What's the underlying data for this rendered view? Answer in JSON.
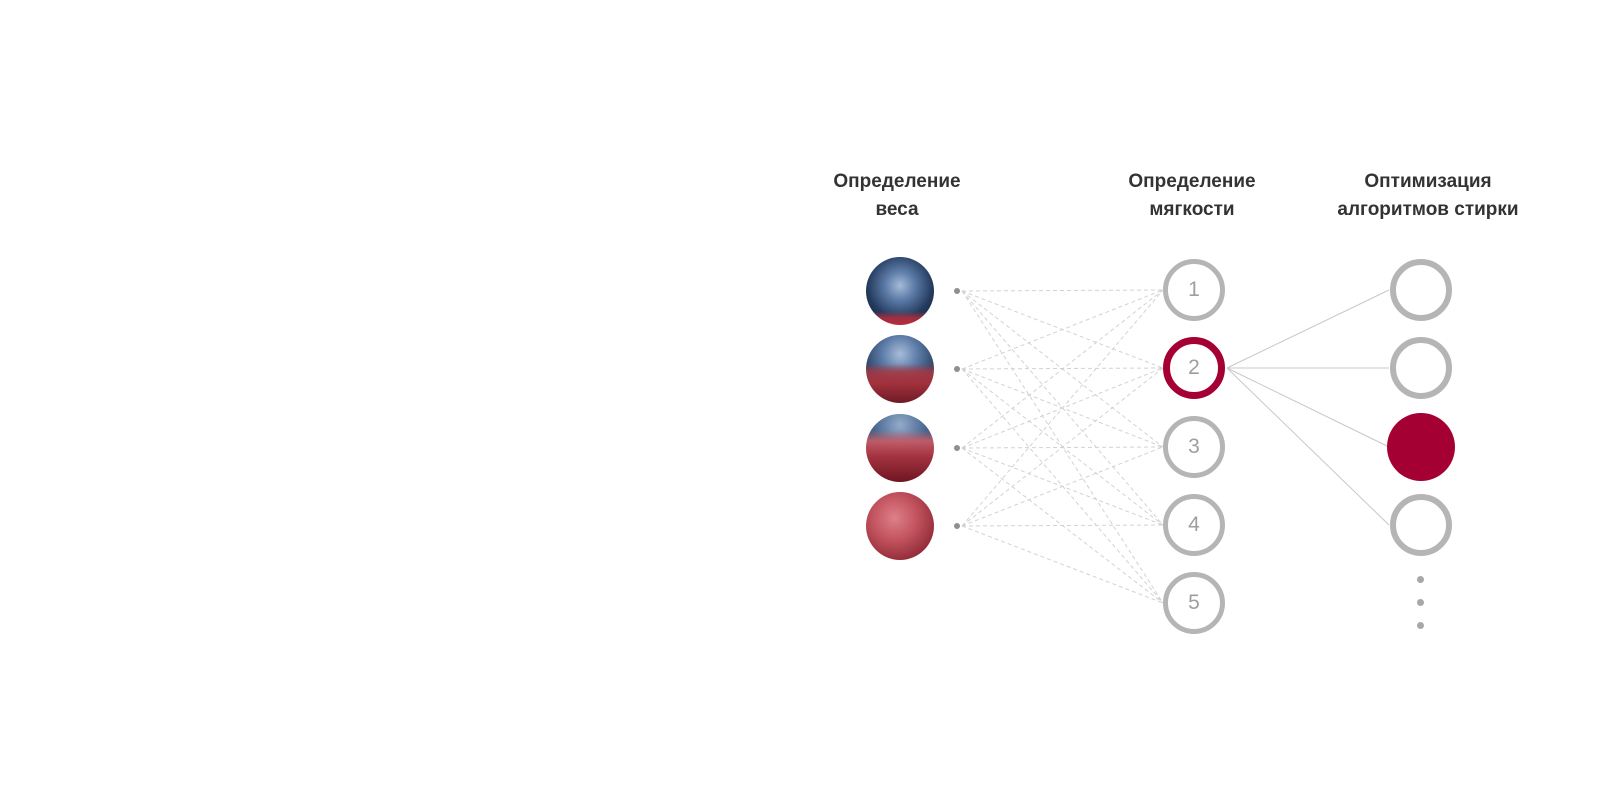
{
  "diagram": {
    "colors": {
      "accent": "#a50034",
      "node_border": "#b5b5b5",
      "node_number": "#9e9e9e",
      "dashed_line": "#d2d2d2",
      "solid_line": "#c8c8c8",
      "heading_text": "#333333",
      "page_bg": "#ffffff"
    },
    "columns": [
      {
        "id": "weight",
        "line1": "Определение",
        "line2": "веса"
      },
      {
        "id": "softness",
        "line1": "Определение",
        "line2": "мягкости"
      },
      {
        "id": "optimization",
        "line1": "Оптимизация",
        "line2": "алгоритмов стирки"
      }
    ],
    "input_nodes": [
      {
        "name": "laundry-drum-photo-1"
      },
      {
        "name": "laundry-drum-photo-2"
      },
      {
        "name": "laundry-drum-photo-3"
      },
      {
        "name": "laundry-drum-photo-4"
      }
    ],
    "hidden_nodes": [
      {
        "label": "1",
        "active": false
      },
      {
        "label": "2",
        "active": true
      },
      {
        "label": "3",
        "active": false
      },
      {
        "label": "4",
        "active": false
      },
      {
        "label": "5",
        "active": false
      }
    ],
    "output_nodes": [
      {
        "state": "empty"
      },
      {
        "state": "empty"
      },
      {
        "state": "filled"
      },
      {
        "state": "empty"
      }
    ],
    "ellipsis_dots": 3
  }
}
